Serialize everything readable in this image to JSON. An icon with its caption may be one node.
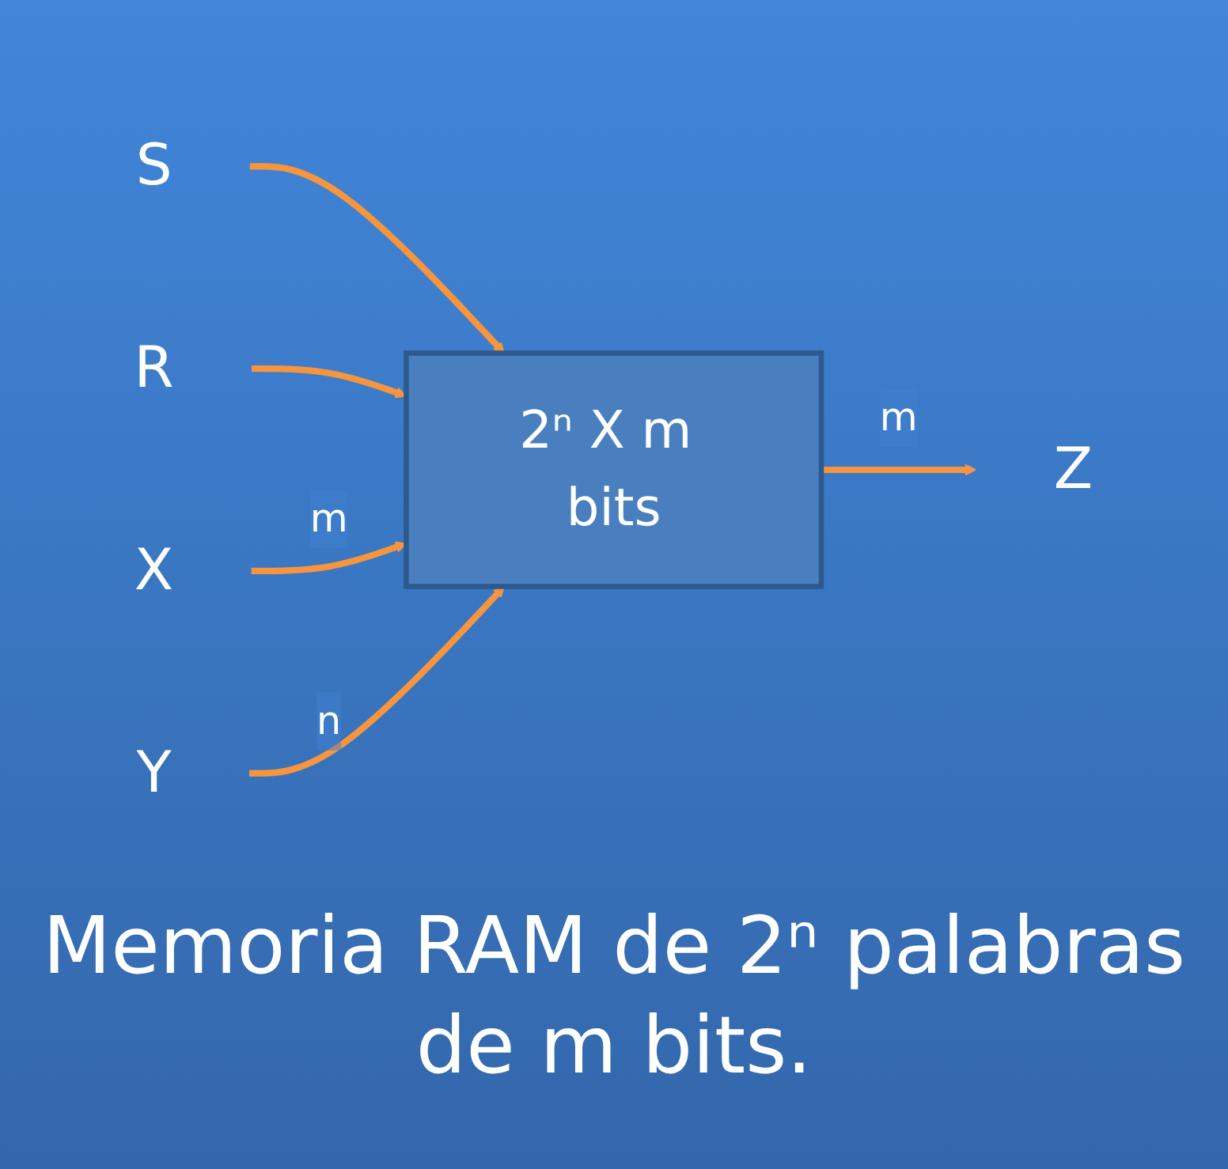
{
  "diagram": {
    "caption": "Memoria RAM de 2ⁿ palabras de m bits.",
    "nodes": [
      {
        "text": [
          "S"
        ]
      },
      {
        "text": [
          "R"
        ]
      },
      {
        "text": [
          "X"
        ]
      },
      {
        "text": [
          "Y"
        ]
      },
      {
        "text": [
          "2ⁿ X m bits"
        ]
      },
      {
        "text": [
          "Z"
        ]
      }
    ],
    "edges": [
      {
        "from": 0,
        "to": 4,
        "arrow": "to"
      },
      {
        "from": 1,
        "to": 4,
        "arrow": "to"
      },
      {
        "from": 2,
        "to": 4,
        "arrow": "to",
        "label": "m"
      },
      {
        "from": 3,
        "to": 4,
        "arrow": "to",
        "label": "n"
      },
      {
        "from": 4,
        "to": 5,
        "arrow": "to",
        "label": "m"
      }
    ]
  }
}
